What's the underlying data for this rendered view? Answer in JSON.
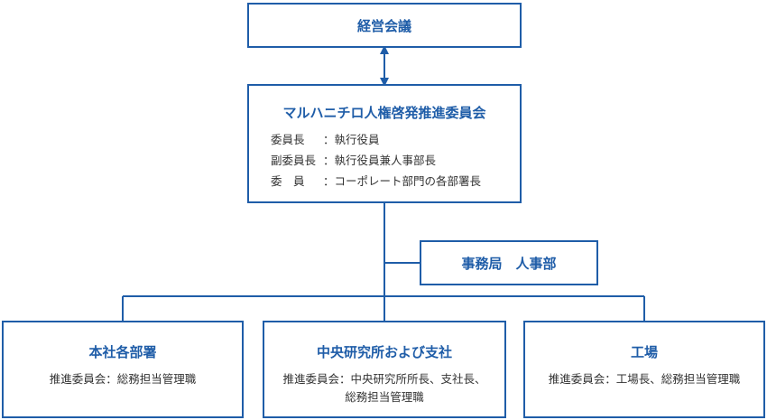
{
  "top": {
    "title": "経営会議"
  },
  "committee": {
    "title": "マルハニチロ人権啓発推進委員会",
    "members": [
      {
        "role": "委員長",
        "sep": "：",
        "desc": "執行役員"
      },
      {
        "role": "副委員長",
        "sep": "：",
        "desc": "執行役員兼人事部長"
      },
      {
        "role": "委　員",
        "sep": "：",
        "desc": "コーポレート部門の各部署長"
      }
    ]
  },
  "secretariat": {
    "title": "事務局　人事部"
  },
  "units": [
    {
      "title": "本社各部署",
      "lines": [
        "推進委員会：総務担当管理職"
      ]
    },
    {
      "title": "中央研究所および支社",
      "lines": [
        "推進委員会：中央研究所所長、支社長、",
        "総務担当管理職"
      ]
    },
    {
      "title": "工場",
      "lines": [
        "推進委員会：工場長、総務担当管理職"
      ]
    }
  ],
  "colors": {
    "accent": "#1f5da8"
  }
}
